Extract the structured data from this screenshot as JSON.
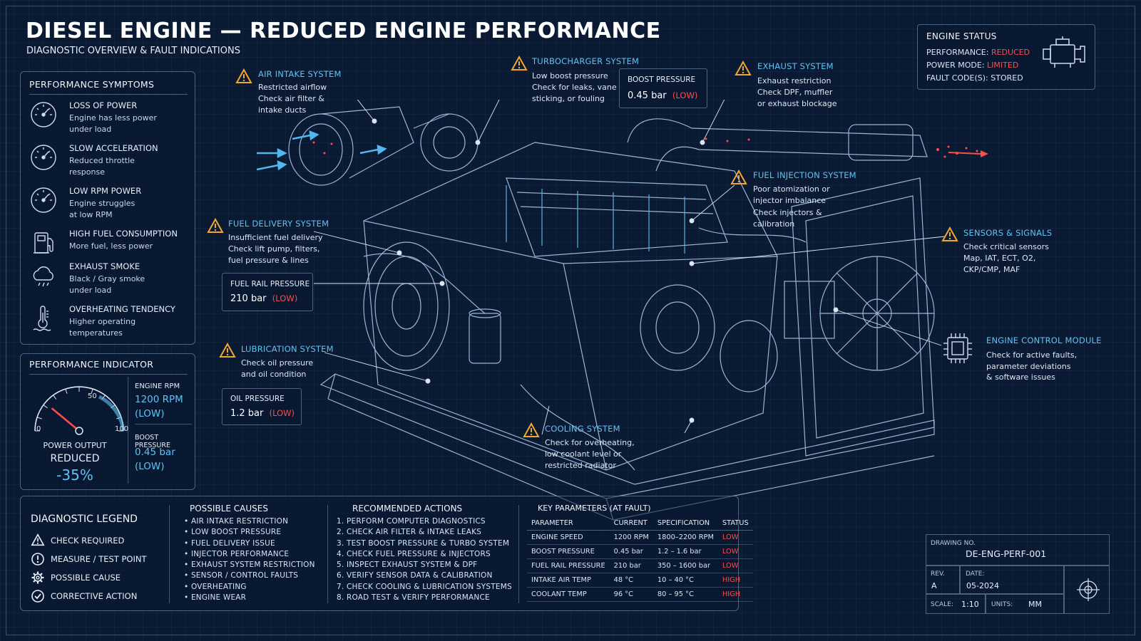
{
  "header": {
    "title": "DIESEL ENGINE — REDUCED ENGINE PERFORMANCE",
    "subtitle": "DIAGNOSTIC OVERVIEW & FAULT INDICATIONS"
  },
  "engine_status": {
    "title": "ENGINE STATUS",
    "performance_label": "PERFORMANCE:",
    "performance_value": "REDUCED",
    "power_mode_label": "POWER MODE:",
    "power_mode_value": "LIMITED",
    "fault_codes": "FAULT CODE(S): STORED",
    "icon": "engine-icon"
  },
  "symptoms": {
    "title": "PERFORMANCE SYMPTOMS",
    "items": [
      {
        "title": "LOSS OF POWER",
        "desc1": "Engine has less power",
        "desc2": "under load",
        "icon": "gauge-icon"
      },
      {
        "title": "SLOW ACCELERATION",
        "desc1": "Reduced throttle",
        "desc2": "response",
        "icon": "gauge-icon"
      },
      {
        "title": "LOW RPM POWER",
        "desc1": "Engine struggles",
        "desc2": "at low RPM",
        "icon": "gauge-icon"
      },
      {
        "title": "HIGH FUEL CONSUMPTION",
        "desc1": "More fuel, less power",
        "desc2": "",
        "icon": "fuel-pump-icon"
      },
      {
        "title": "EXHAUST SMOKE",
        "desc1": "Black / Gray smoke",
        "desc2": "under load",
        "icon": "smoke-cloud-icon"
      },
      {
        "title": "OVERHEATING TENDENCY",
        "desc1": "Higher operating",
        "desc2": "temperatures",
        "icon": "thermometer-icon"
      }
    ]
  },
  "indicator": {
    "title": "PERFORMANCE INDICATOR",
    "gauge_min": "0",
    "gauge_mid": "50",
    "gauge_max": "100",
    "needle_value": 22,
    "power_output_label": "POWER OUTPUT",
    "power_output_status": "REDUCED",
    "power_output_value": "-35%",
    "rpm_label": "ENGINE RPM",
    "rpm_value": "1200 RPM",
    "rpm_status": "(LOW)",
    "boost_label": "BOOST PRESSURE",
    "boost_value": "0.45 bar",
    "boost_status": "(LOW)"
  },
  "callouts": {
    "air_intake": {
      "title": "AIR INTAKE SYSTEM",
      "l1": "Restricted airflow",
      "l2": "Check air filter &",
      "l3": "intake ducts"
    },
    "turbo": {
      "title": "TURBOCHARGER SYSTEM",
      "l1": "Low boost pressure",
      "l2": "Check for leaks, vane",
      "l3": "sticking, or fouling"
    },
    "exhaust": {
      "title": "EXHAUST SYSTEM",
      "l1": "Exhaust restriction",
      "l2": "Check DPF, muffler",
      "l3": "or exhaust blockage"
    },
    "fuel_injection": {
      "title": "FUEL INJECTION SYSTEM",
      "l1": "Poor atomization or",
      "l2": "injector imbalance",
      "l3": "Check injectors &",
      "l4": "calibration"
    },
    "fuel_delivery": {
      "title": "FUEL DELIVERY SYSTEM",
      "l1": "Insufficient fuel delivery",
      "l2": "Check lift pump, filters,",
      "l3": "fuel pressure & lines"
    },
    "sensors": {
      "title": "SENSORS & SIGNALS",
      "l1": "Check critical sensors",
      "l2": "Map, IAT, ECT, O2,",
      "l3": "CKP/CMP, MAF"
    },
    "ecm": {
      "title": "ENGINE CONTROL MODULE",
      "l1": "Check for active faults,",
      "l2": "parameter deviations",
      "l3": "& software issues"
    },
    "lubrication": {
      "title": "LUBRICATION SYSTEM",
      "l1": "Check oil pressure",
      "l2": "and oil condition"
    },
    "cooling": {
      "title": "COOLING SYSTEM",
      "l1": "Check for overheating,",
      "l2": "low coolant level or",
      "l3": "restricted radiator"
    }
  },
  "readouts": {
    "boost": {
      "label": "BOOST PRESSURE",
      "value": "0.45 bar",
      "status": "(LOW)"
    },
    "fuel_rail": {
      "label": "FUEL RAIL PRESSURE",
      "value": "210 bar",
      "status": "(LOW)"
    },
    "oil": {
      "label": "OIL PRESSURE",
      "value": "1.2 bar",
      "status": "(LOW)"
    }
  },
  "legend": {
    "title": "DIAGNOSTIC LEGEND",
    "items": [
      {
        "label": "CHECK REQUIRED",
        "icon": "warning-icon"
      },
      {
        "label": "MEASURE / TEST POINT",
        "icon": "measure-point-icon"
      },
      {
        "label": "POSSIBLE CAUSE",
        "icon": "gear-icon"
      },
      {
        "label": "CORRECTIVE ACTION",
        "icon": "check-circle-icon"
      }
    ]
  },
  "causes": {
    "title": "POSSIBLE CAUSES",
    "items": [
      "AIR INTAKE RESTRICTION",
      "LOW BOOST PRESSURE",
      "FUEL DELIVERY ISSUE",
      "INJECTOR PERFORMANCE",
      "EXHAUST SYSTEM RESTRICTION",
      "SENSOR / CONTROL FAULTS",
      "OVERHEATING",
      "ENGINE WEAR"
    ]
  },
  "actions": {
    "title": "RECOMMENDED ACTIONS",
    "items": [
      "1.  PERFORM COMPUTER DIAGNOSTICS",
      "2.  CHECK AIR FILTER & INTAKE LEAKS",
      "3.  TEST BOOST PRESSURE & TURBO SYSTEM",
      "4.  CHECK FUEL PRESSURE & INJECTORS",
      "5.  INSPECT EXHAUST SYSTEM & DPF",
      "6.  VERIFY SENSOR DATA & CALIBRATION",
      "7.  CHECK COOLING & LUBRICATION SYSTEMS",
      "8.  ROAD TEST & VERIFY PERFORMANCE"
    ]
  },
  "key_params": {
    "title": "KEY PARAMETERS (AT FAULT)",
    "headers": [
      "PARAMETER",
      "CURRENT",
      "SPECIFICATION",
      "STATUS"
    ],
    "rows": [
      [
        "ENGINE SPEED",
        "1200 RPM",
        "1800–2200 RPM",
        "LOW"
      ],
      [
        "BOOST PRESSURE",
        "0.45 bar",
        "1.2 – 1.6 bar",
        "LOW"
      ],
      [
        "FUEL RAIL PRESSURE",
        "210 bar",
        "350 – 1600 bar",
        "LOW"
      ],
      [
        "INTAKE AIR TEMP",
        "48 °C",
        "10 – 40 °C",
        "HIGH"
      ],
      [
        "COOLANT TEMP",
        "96 °C",
        "80 – 95 °C",
        "HIGH"
      ]
    ]
  },
  "title_block": {
    "drawing_label": "DRAWING NO.",
    "drawing_no": "DE-ENG-PERF-001",
    "rev_label": "REV.",
    "rev": "A",
    "date_label": "DATE:",
    "date": "05-2024",
    "scale_label": "SCALE:",
    "scale": "1:10",
    "units_label": "UNITS:",
    "units": "MM",
    "icon": "crosshair-icon"
  },
  "colors": {
    "background": "#0b1a33",
    "accent": "#5fc3f2",
    "warning": "#f0a830",
    "fault": "#ff4c4c"
  }
}
